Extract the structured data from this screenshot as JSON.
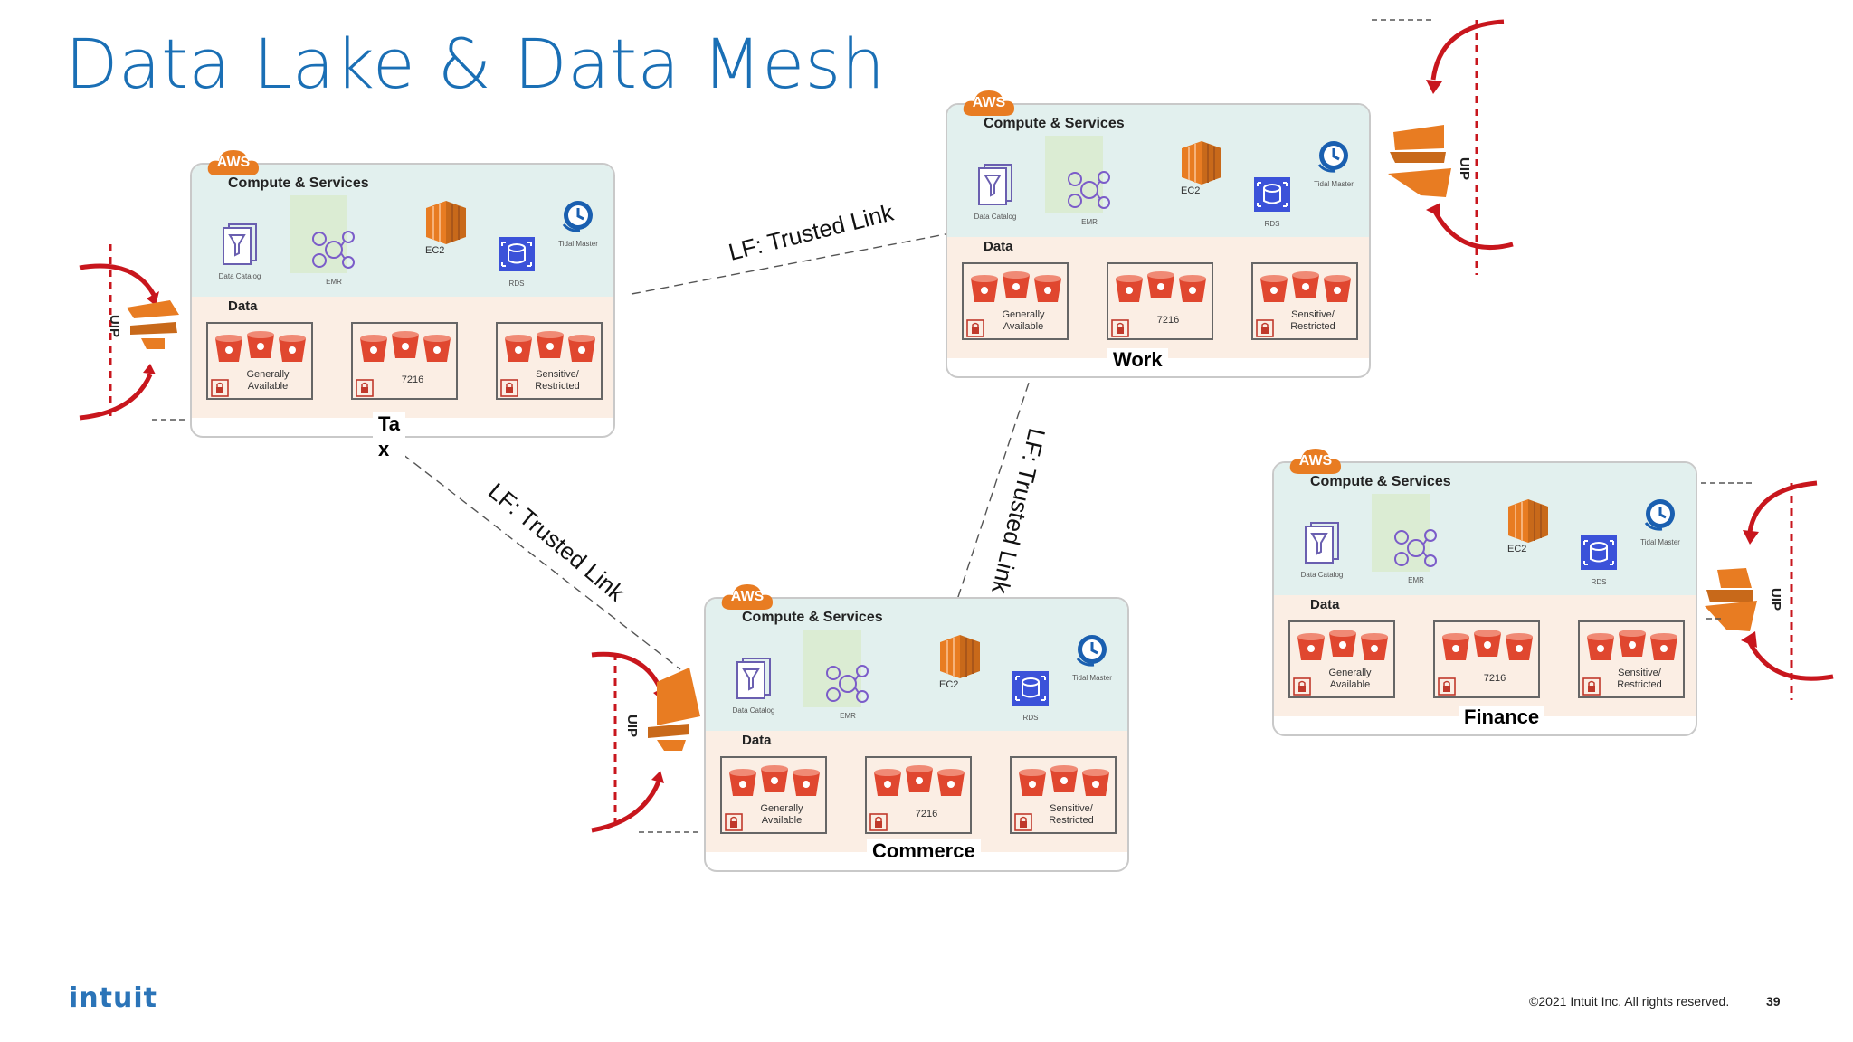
{
  "slide": {
    "title": "Data Lake & Data Mesh",
    "logo": "intuit",
    "copyright": "©2021 Intuit Inc. All rights reserved.",
    "page_number": "39"
  },
  "links": [
    {
      "label": "LF: Trusted Link"
    },
    {
      "label": "LF: Trusted Link"
    },
    {
      "label": "LF: Trusted Link"
    }
  ],
  "account_template": {
    "aws_badge": "AWS",
    "compute_title": "Compute & Services",
    "services": {
      "catalog": "Data Catalog",
      "emr": "EMR",
      "ec2": "EC2",
      "rds": "RDS",
      "tidal": "Tidal Master"
    },
    "data_title": "Data",
    "buckets": [
      "Generally\nAvailable",
      "7216",
      "Sensitive/\nRestricted"
    ]
  },
  "accounts": [
    {
      "name": "Ta\nx"
    },
    {
      "name": "Work"
    },
    {
      "name": "Commerce"
    },
    {
      "name": "Finance"
    }
  ],
  "uip_label": "UIP",
  "colors": {
    "title_blue": "#1a6fb5",
    "compute_bg": "#e2f0ee",
    "data_bg": "#fbeee4",
    "aws_orange": "#e87c22",
    "bucket_red": "#e0472f",
    "arrow_red": "#c8161d",
    "emr_purple": "#7b5cc9",
    "rds_blue": "#3b52d9",
    "tidal_blue": "#1a5fb0"
  }
}
